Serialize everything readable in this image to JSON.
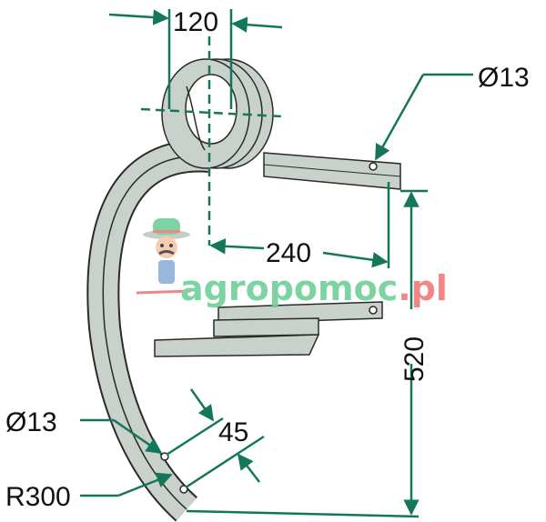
{
  "title": "Spring tine drawing",
  "dimensions": {
    "coil_width": "120",
    "arm_hole": "Ø13",
    "arm_length": "240",
    "total_height": "520",
    "tine_hole": "Ø13",
    "hole_spacing": "45",
    "radius": "R300"
  },
  "watermark": {
    "brand": "agropomoc",
    "suffix": ".pl"
  },
  "colors": {
    "part_fill": "#c9d1cb",
    "outline": "#2a2a2a",
    "dimension": "#14775c",
    "logo_green": "#6fcf97",
    "logo_red": "#ef7a7a"
  }
}
